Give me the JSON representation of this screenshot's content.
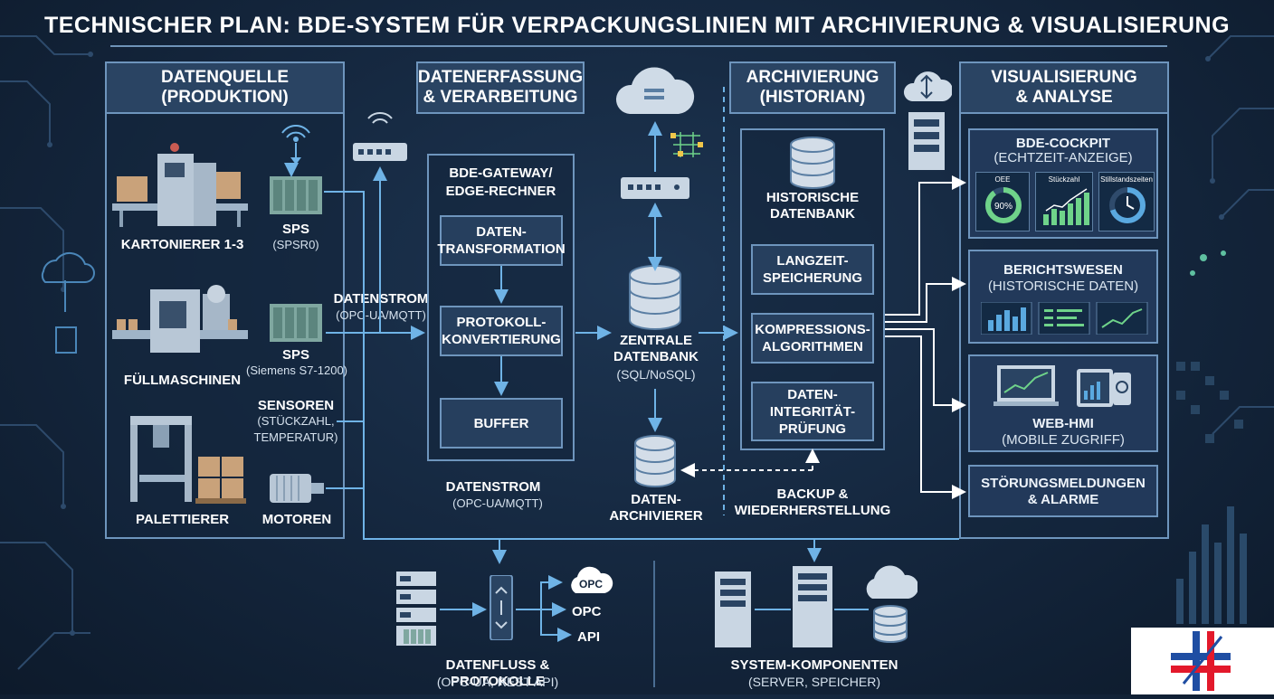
{
  "title": "TECHNISCHER PLAN: BDE-SYSTEM FÜR VERPACKUNGSLINIEN MIT ARCHIVIERUNG & VISUALISIERUNG",
  "colors": {
    "accent": "#6fb3e6",
    "panel_border": "#6e95bd",
    "background": "#14263d",
    "kpi_green": "#6fd38a",
    "kpi_blue": "#5aa9e0",
    "logo_red": "#e3192b",
    "logo_blue": "#1f4ea3"
  },
  "sections": {
    "source": {
      "header": "DATENQUELLE\n(PRODUKTION)",
      "machines": [
        {
          "label": "KARTONIERER 1-3",
          "icon": "cartoner-machine-icon"
        },
        {
          "label": "FÜLLMASCHINEN",
          "icon": "filling-machine-icon"
        },
        {
          "label": "PALETTIERER",
          "icon": "palletizer-icon"
        }
      ],
      "devices": [
        {
          "label": "SPS",
          "sub": "(SPSR0)",
          "icon": "plc-icon"
        },
        {
          "label": "SPS",
          "sub": "(Siemens S7-1200)",
          "icon": "plc-icon"
        },
        {
          "label": "MOTOREN",
          "icon": "motor-icon"
        }
      ],
      "sensors": {
        "label": "SENSOREN",
        "sub": "(STÜCKZAHL,\nTEMPERATUR)"
      },
      "stream": {
        "label": "DATENSTROM",
        "sub": "(OPC-UA/MQTT)"
      }
    },
    "processing": {
      "header": "DATENERFASSUNG\n& VERARBEITUNG",
      "gateway_title": "BDE-GATEWAY/\nEDGE-RECHNER",
      "steps": [
        "DATEN-\nTRANSFORMATION",
        "PROTOKOLL-\nKONVERTIERUNG",
        "BUFFER"
      ],
      "stream": {
        "label": "DATENSTROM",
        "sub": "(OPC-UA/MQTT)"
      }
    },
    "central": {
      "db_label": "ZENTRALE\nDATENBANK",
      "db_sub": "(SQL/NoSQL)",
      "archiver": "DATEN-\nARCHIVIERER"
    },
    "archive": {
      "header": "ARCHIVIERUNG\n(HISTORIAN)",
      "db_label": "HISTORISCHE\nDATENBANK",
      "items": [
        "LANGZEIT-\nSPEICHERUNG",
        "KOMPRESSIONS-\nALGORITHMEN",
        "DATEN-\nINTEGRITÄT-\nPRÜFUNG"
      ],
      "backup": "BACKUP &\nWIEDERHERSTELLUNG"
    },
    "visual": {
      "header": "VISUALISIERUNG\n& ANALYSE",
      "cockpit": {
        "title": "BDE-COCKPIT",
        "sub": "(ECHTZEIT-ANZEIGE)",
        "kpis": [
          {
            "title": "OEE",
            "value": "90%",
            "fraction": 0.9
          },
          {
            "title": "Stückzahl",
            "bars": [
              0.3,
              0.45,
              0.4,
              0.6,
              0.75,
              0.9
            ]
          },
          {
            "title": "Stillstandszeiten",
            "fraction": 0.7
          }
        ]
      },
      "reports": {
        "title": "BERICHTSWESEN",
        "sub": "(HISTORISCHE DATEN)"
      },
      "webhmi": {
        "title": "WEB-HMI",
        "sub": "(MOBILE ZUGRIFF)"
      },
      "alarms": {
        "title": "STÖRUNGSMELDUNGEN\n& ALARME"
      }
    }
  },
  "bottom": {
    "flow": {
      "label": "DATENFLUSS & PROTOKOLLE",
      "sub": "(OPC-UA, REST API)",
      "opc_cloud": "OPC",
      "opc": "OPC",
      "api": "API"
    },
    "components": {
      "label": "SYSTEM-KOMPONENTEN",
      "sub": "(SERVER, SPEICHER)"
    }
  }
}
